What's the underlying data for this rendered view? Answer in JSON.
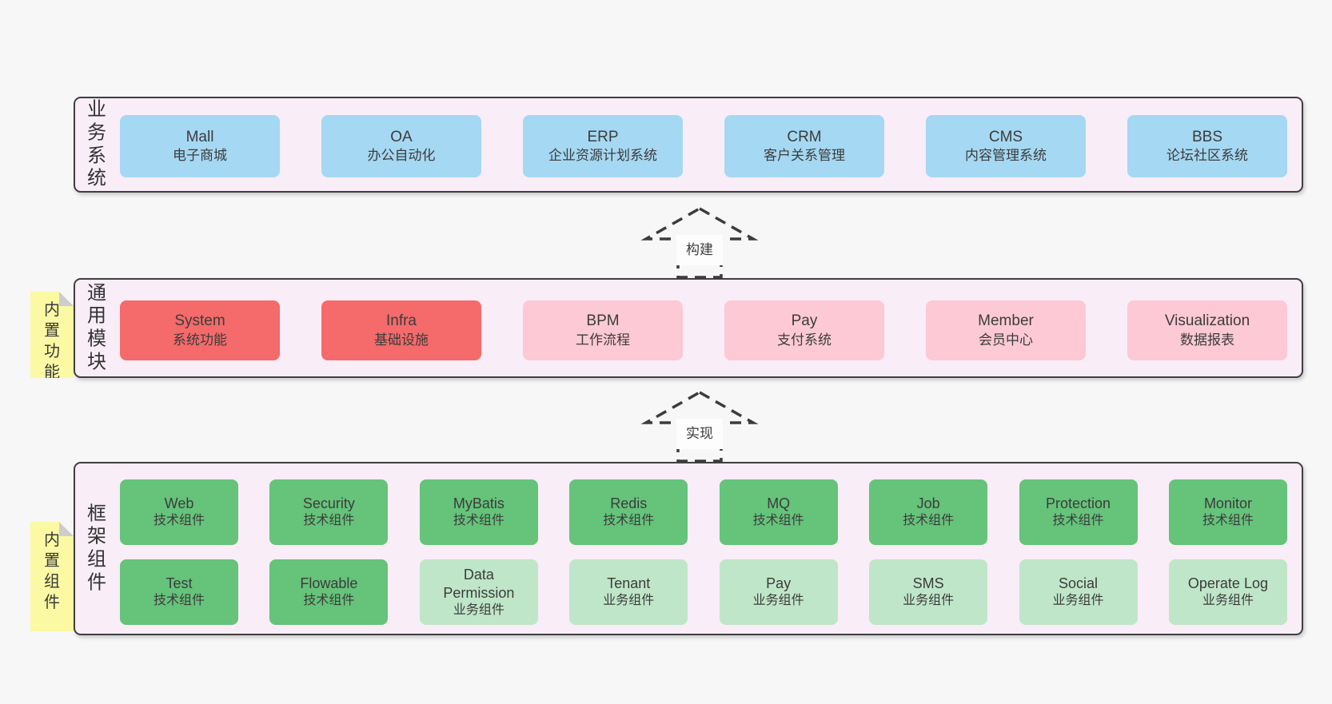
{
  "colors": {
    "page_bg": "#f7f7f7",
    "band_bg": "#f9edf7",
    "border": "#3f3f3f",
    "text": "#3c3c3c",
    "box_blue": "#a5d8f2",
    "box_red": "#f56a6a",
    "box_pink": "#fcc9d4",
    "box_green": "#65c37a",
    "box_light_green": "#bfe6c8",
    "note_yellow": "#fbf9a3",
    "fold_gray": "#cdcdcd"
  },
  "bands": [
    {
      "label": "业务系统",
      "boxes": [
        {
          "en": "Mall",
          "zh": "电子商城"
        },
        {
          "en": "OA",
          "zh": "办公自动化"
        },
        {
          "en": "ERP",
          "zh": "企业资源计划系统"
        },
        {
          "en": "CRM",
          "zh": "客户关系管理"
        },
        {
          "en": "CMS",
          "zh": "内容管理系统"
        },
        {
          "en": "BBS",
          "zh": "论坛社区系统"
        }
      ]
    },
    {
      "label": "通用模块",
      "note": "内置功能",
      "boxes": [
        {
          "en": "System",
          "zh": "系统功能"
        },
        {
          "en": "Infra",
          "zh": "基础设施"
        },
        {
          "en": "BPM",
          "zh": "工作流程"
        },
        {
          "en": "Pay",
          "zh": "支付系统"
        },
        {
          "en": "Member",
          "zh": "会员中心"
        },
        {
          "en": "Visualization",
          "zh": "数据报表"
        }
      ]
    },
    {
      "label": "框架组件",
      "note": "内置组件",
      "rows": [
        [
          {
            "en": "Web",
            "zh": "技术组件"
          },
          {
            "en": "Security",
            "zh": "技术组件"
          },
          {
            "en": "MyBatis",
            "zh": "技术组件"
          },
          {
            "en": "Redis",
            "zh": "技术组件"
          },
          {
            "en": "MQ",
            "zh": "技术组件"
          },
          {
            "en": "Job",
            "zh": "技术组件"
          },
          {
            "en": "Protection",
            "zh": "技术组件"
          },
          {
            "en": "Monitor",
            "zh": "技术组件"
          }
        ],
        [
          {
            "en": "Test",
            "zh": "技术组件"
          },
          {
            "en": "Flowable",
            "zh": "技术组件"
          },
          {
            "en": "Data Permission",
            "zh": "业务组件"
          },
          {
            "en": "Tenant",
            "zh": "业务组件"
          },
          {
            "en": "Pay",
            "zh": "业务组件"
          },
          {
            "en": "SMS",
            "zh": "业务组件"
          },
          {
            "en": "Social",
            "zh": "业务组件"
          },
          {
            "en": "Operate Log",
            "zh": "业务组件"
          }
        ]
      ]
    }
  ],
  "arrows": [
    {
      "label": "构建"
    },
    {
      "label": "实现"
    }
  ]
}
